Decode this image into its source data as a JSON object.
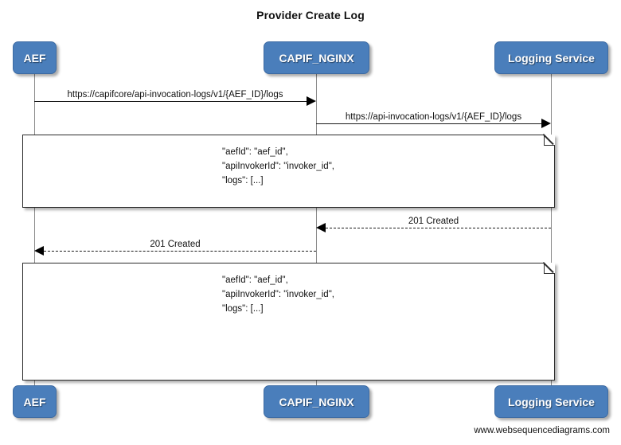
{
  "diagram": {
    "title": "Provider Create Log",
    "type": "sequence-diagram",
    "footer": "www.websequencediagrams.com",
    "colors": {
      "participant_fill": "#4a7ebb",
      "participant_text": "#ffffff",
      "line": "#1a1a1a",
      "lifeline": "#8a8a8a",
      "note_fill": "#ffffff",
      "note_border": "#2b2b2b",
      "background": "#ffffff"
    }
  },
  "participants": [
    {
      "id": "aef",
      "label": "AEF"
    },
    {
      "id": "capif_nginx",
      "label": "CAPIF_NGINX"
    },
    {
      "id": "logging_service",
      "label": "Logging Service"
    }
  ],
  "messages": [
    {
      "id": "m1",
      "label": "https://capifcore/api-invocation-logs/v1/{AEF_ID}/logs",
      "from": "aef",
      "to": "capif_nginx",
      "style": "solid",
      "direction": "right"
    },
    {
      "id": "m2",
      "label": "https://api-invocation-logs/v1/{AEF_ID}/logs",
      "from": "capif_nginx",
      "to": "logging_service",
      "style": "solid",
      "direction": "right"
    },
    {
      "id": "m3",
      "label": "201 Created",
      "from": "logging_service",
      "to": "capif_nginx",
      "style": "dashed",
      "direction": "left"
    },
    {
      "id": "m4",
      "label": "201 Created",
      "from": "capif_nginx",
      "to": "aef",
      "style": "dashed",
      "direction": "left"
    }
  ],
  "notes": [
    {
      "id": "note1",
      "lines": [
        "\"aefId\": \"aef_id\",",
        "\"apiInvokerId\": \"invoker_id\",",
        "\"logs\": [...]"
      ],
      "text": "\"aefId\": \"aef_id\",\n\"apiInvokerId\": \"invoker_id\",\n\"logs\": [...]"
    },
    {
      "id": "note2",
      "lines": [
        "\"aefId\": \"aef_id\",",
        "\"apiInvokerId\": \"invoker_id\",",
        "\"logs\": [...]"
      ],
      "text": "\"aefId\": \"aef_id\",\n\"apiInvokerId\": \"invoker_id\",\n\"logs\": [...]"
    }
  ]
}
